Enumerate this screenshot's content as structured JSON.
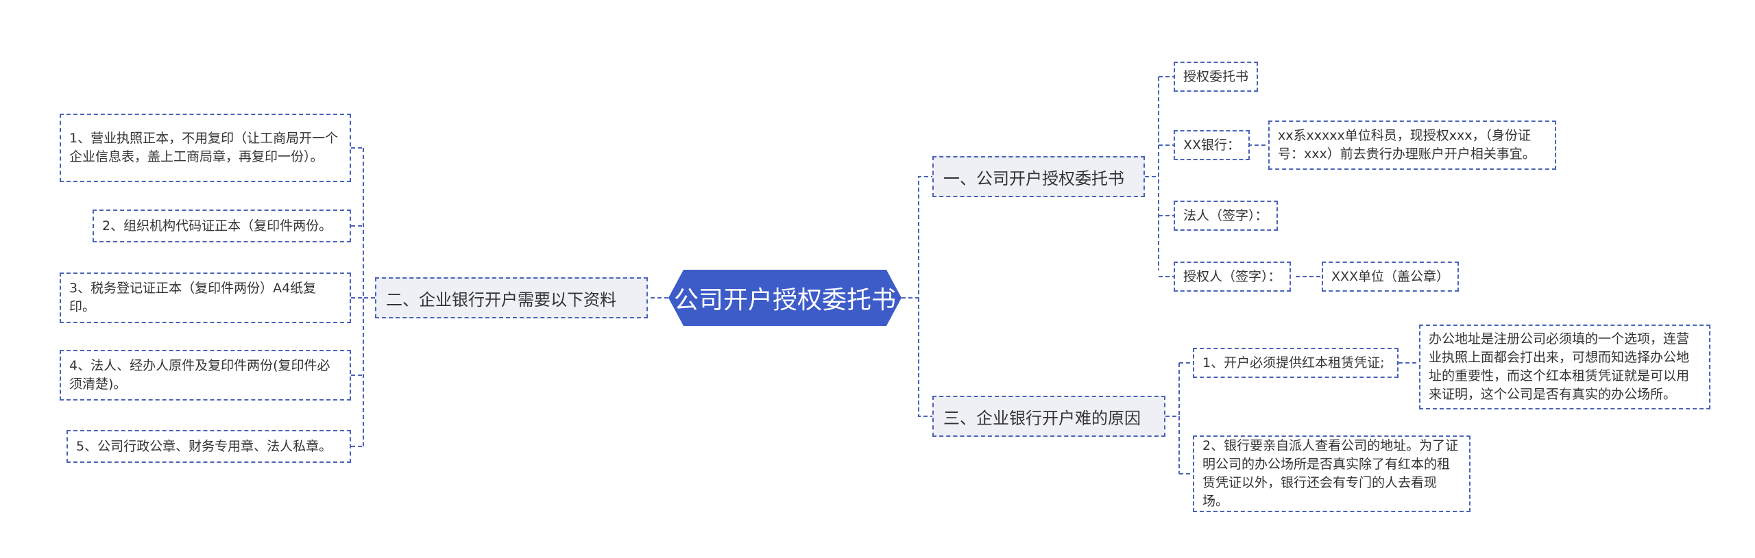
{
  "root": {
    "label": "公司开户授权委托书"
  },
  "right_branches": [
    {
      "label": "一、公司开户授权委托书",
      "children": [
        {
          "label": "授权委托书"
        },
        {
          "label": "XX银行：",
          "child": "xx系xxxxx单位科员，现授权xxx，（身份证号：xxx）前去贵行办理账户开户相关事宜。"
        },
        {
          "label": "法人（签字）："
        },
        {
          "label": "授权人（签字）：",
          "child": "XXX单位（盖公章）"
        }
      ]
    },
    {
      "label": "三、企业银行开户难的原因",
      "children": [
        {
          "label": "1、开户必须提供红本租赁凭证;",
          "child": "办公地址是注册公司必须填的一个选项，连营业执照上面都会打出来，可想而知选择办公地址的重要性，而这个红本租赁凭证就是可以用来证明，这个公司是否有真实的办公场所。"
        },
        {
          "label": "2、银行要亲自派人查看公司的地址。为了证明公司的办公场所是否真实除了有红本的租赁凭证以外，银行还会有专门的人去看现场。"
        }
      ]
    }
  ],
  "left_branch": {
    "label": "二、企业银行开户需要以下资料",
    "children": [
      {
        "label": "1、营业执照正本，不用复印（让工商局开一个企业信息表，盖上工商局章，再复印一份）。"
      },
      {
        "label": "2、组织机构代码证正本（复印件两份。"
      },
      {
        "label": "3、税务登记证正本（复印件两份）A4纸复印。"
      },
      {
        "label": "4、法人、经办人原件及复印件两份(复印件必须清楚)。"
      },
      {
        "label": "5、公司行政公章、财务专用章、法人私章。"
      }
    ]
  },
  "colors": {
    "root_fill": "#3d5cc8",
    "line": "#4a63b8",
    "branch_fill": "#eef0f6"
  }
}
